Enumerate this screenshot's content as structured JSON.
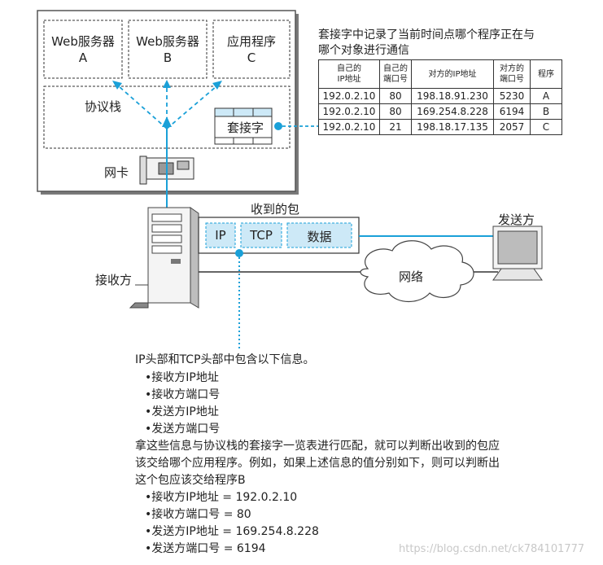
{
  "host_box": {
    "app_a": {
      "line1": "Web服务器",
      "line2": "A"
    },
    "app_b": {
      "line1": "Web服务器",
      "line2": "B"
    },
    "app_c": {
      "line1": "应用程序",
      "line2": "C"
    },
    "protocol_stack": "协议栈",
    "socket": "套接字",
    "nic": "网卡"
  },
  "socket_note": {
    "line1": "套接字中记录了当前时间点哪个程序正在与",
    "line2": "哪个对象进行通信"
  },
  "socket_table": {
    "headers": [
      {
        "line1": "自己的",
        "line2": "IP地址"
      },
      {
        "line1": "自己的",
        "line2": "端口号"
      },
      {
        "line1": "对方的IP地址",
        "line2": ""
      },
      {
        "line1": "对方的",
        "line2": "端口号"
      },
      {
        "line1": "程序",
        "line2": ""
      }
    ],
    "rows": [
      [
        "192.0.2.10",
        "80",
        "198.18.91.230",
        "5230",
        "A"
      ],
      [
        "192.0.2.10",
        "80",
        "169.254.8.228",
        "6194",
        "B"
      ],
      [
        "192.0.2.10",
        "21",
        "198.18.17.135",
        "2057",
        "C"
      ]
    ]
  },
  "packet": {
    "title": "收到的包",
    "ip": "IP",
    "tcp": "TCP",
    "data": "数据"
  },
  "receiver_label": "接收方",
  "sender_label": "发送方",
  "network_label": "网络",
  "explanation": {
    "intro": "IP头部和TCP头部中包含以下信息。",
    "fields": [
      "•接收方IP地址",
      "•接收方端口号",
      "•发送方IP地址",
      "•发送方端口号"
    ],
    "para1": "拿这些信息与协议栈的套接字一览表进行匹配，就可以判断出收到的包应",
    "para2": "该交给哪个应用程序。例如，如果上述信息的值分别如下，则可以判断出",
    "para3": "这个包应该交给程序B",
    "values": [
      "•接收方IP地址 = 192.0.2.10",
      "•接收方端口号 = 80",
      "•发送方IP地址 = 169.254.8.228",
      "•发送方端口号 = 6194"
    ]
  },
  "watermark": "https://blog.csdn.net/ck784101777",
  "colors": {
    "accent": "#1aa0d8",
    "fill": "#cde9f7"
  }
}
